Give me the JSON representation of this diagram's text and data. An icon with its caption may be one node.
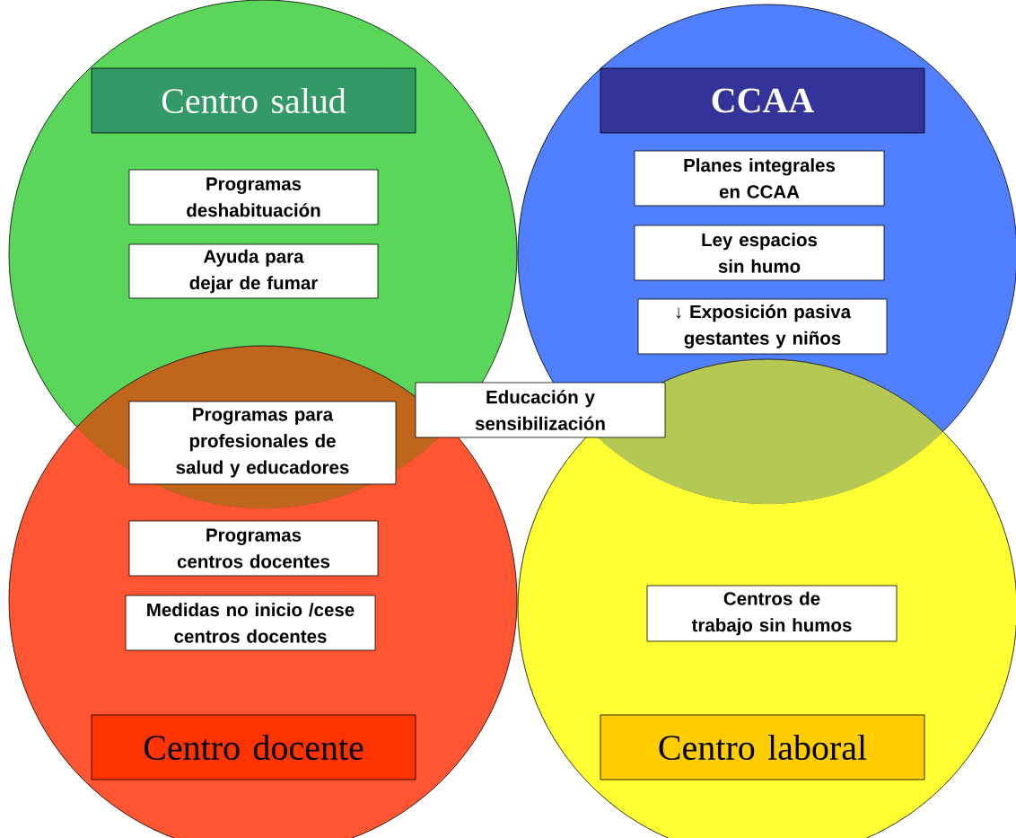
{
  "diagram": {
    "nodes": [
      {
        "text": [],
        "shape": "circle"
      },
      {
        "text": [],
        "shape": "circle"
      },
      {
        "text": [],
        "shape": "circle"
      },
      {
        "text": [],
        "shape": "circle"
      },
      {
        "text": [
          "Centro salud"
        ],
        "in": 0
      },
      {
        "text": [
          "CCAA"
        ],
        "in": 1
      },
      {
        "text": [
          "Programas deshabituación"
        ],
        "in": 0
      },
      {
        "text": [
          "Planes integrales en CCAA"
        ],
        "in": 1
      },
      {
        "text": [
          "Ayuda para dejar de fumar"
        ],
        "in": 0
      },
      {
        "text": [
          "Ley espacios sin humo"
        ],
        "in": 1
      },
      {
        "text": [
          "↓ Exposición pasiva gestantes y niños"
        ],
        "in": 1
      },
      {
        "text": [
          "Educación y sensibilización"
        ]
      },
      {
        "text": [
          "Programas para profesionales de salud y educadores"
        ]
      },
      {
        "text": [
          "Programas centros docentes"
        ],
        "in": 2
      },
      {
        "text": [
          "Centros de trabajo sin humos"
        ],
        "in": 3
      },
      {
        "text": [
          "Medidas no inicio /cese centros docentes"
        ],
        "in": 2
      },
      {
        "text": [
          "Centro docente"
        ],
        "in": 2
      },
      {
        "text": [
          "Centro laboral"
        ],
        "in": 3
      }
    ]
  }
}
